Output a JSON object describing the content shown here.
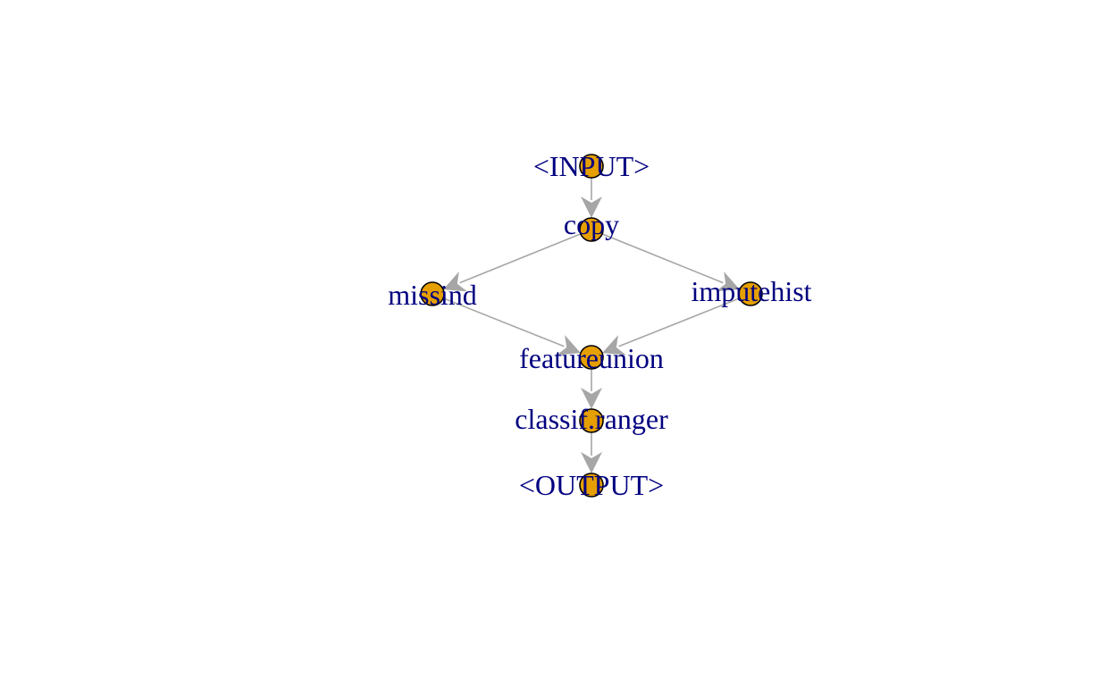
{
  "graph": {
    "nodes": [
      {
        "id": "input",
        "label": "<INPUT>"
      },
      {
        "id": "copy",
        "label": "copy"
      },
      {
        "id": "missind",
        "label": "missind"
      },
      {
        "id": "imputehist",
        "label": "imputehist"
      },
      {
        "id": "featureunion",
        "label": "featureunion"
      },
      {
        "id": "classif_ranger",
        "label": "classif.ranger"
      },
      {
        "id": "output",
        "label": "<OUTPUT>"
      }
    ],
    "edges": [
      {
        "from": "input",
        "to": "copy"
      },
      {
        "from": "copy",
        "to": "missind"
      },
      {
        "from": "copy",
        "to": "imputehist"
      },
      {
        "from": "missind",
        "to": "featureunion"
      },
      {
        "from": "imputehist",
        "to": "featureunion"
      },
      {
        "from": "featureunion",
        "to": "classif_ranger"
      },
      {
        "from": "classif_ranger",
        "to": "output"
      }
    ],
    "colors": {
      "node_fill": "#e69f00",
      "node_border": "#000000",
      "edge": "#a6a6a6",
      "label": "#000080"
    }
  }
}
